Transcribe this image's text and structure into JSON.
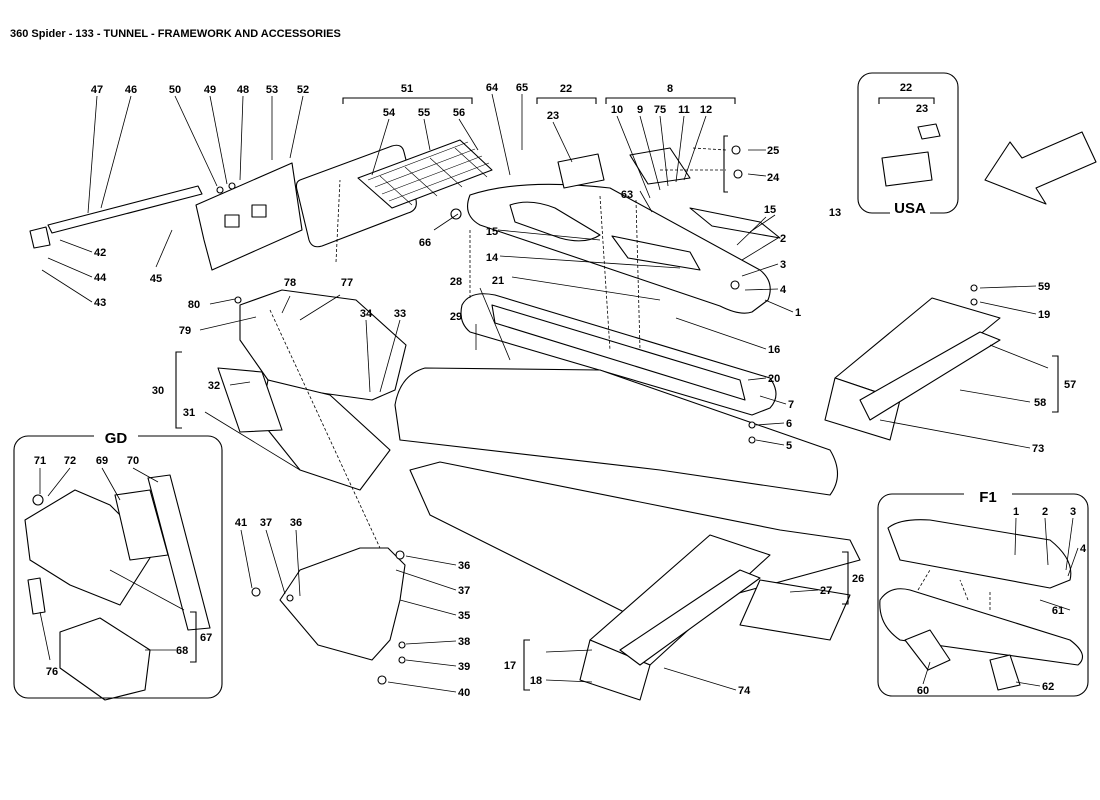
{
  "title": "360 Spider - 133 - TUNNEL - FRAMEWORK AND ACCESSORIES",
  "inset_labels": {
    "usa": "USA",
    "gd": "GD",
    "f1": "F1"
  },
  "callouts": [
    {
      "key": "c47",
      "text": "47"
    },
    {
      "key": "c46",
      "text": "46"
    },
    {
      "key": "c50",
      "text": "50"
    },
    {
      "key": "c49",
      "text": "49"
    },
    {
      "key": "c48",
      "text": "48"
    },
    {
      "key": "c53",
      "text": "53"
    },
    {
      "key": "c52",
      "text": "52"
    },
    {
      "key": "c51",
      "text": "51"
    },
    {
      "key": "c54",
      "text": "54"
    },
    {
      "key": "c55",
      "text": "55"
    },
    {
      "key": "c56",
      "text": "56"
    },
    {
      "key": "c64",
      "text": "64"
    },
    {
      "key": "c65",
      "text": "65"
    },
    {
      "key": "c22a",
      "text": "22"
    },
    {
      "key": "c23a",
      "text": "23"
    },
    {
      "key": "c8",
      "text": "8"
    },
    {
      "key": "c10",
      "text": "10"
    },
    {
      "key": "c9",
      "text": "9"
    },
    {
      "key": "c75",
      "text": "75"
    },
    {
      "key": "c11",
      "text": "11"
    },
    {
      "key": "c12",
      "text": "12"
    },
    {
      "key": "c25",
      "text": "25"
    },
    {
      "key": "c24",
      "text": "24"
    },
    {
      "key": "c22b",
      "text": "22"
    },
    {
      "key": "c23b",
      "text": "23"
    },
    {
      "key": "c42",
      "text": "42"
    },
    {
      "key": "c44",
      "text": "44"
    },
    {
      "key": "c43",
      "text": "43"
    },
    {
      "key": "c45",
      "text": "45"
    },
    {
      "key": "c80",
      "text": "80"
    },
    {
      "key": "c79",
      "text": "79"
    },
    {
      "key": "c78",
      "text": "78"
    },
    {
      "key": "c77",
      "text": "77"
    },
    {
      "key": "c34",
      "text": "34"
    },
    {
      "key": "c33",
      "text": "33"
    },
    {
      "key": "c30",
      "text": "30"
    },
    {
      "key": "c32",
      "text": "32"
    },
    {
      "key": "c31",
      "text": "31"
    },
    {
      "key": "c66",
      "text": "66"
    },
    {
      "key": "c63",
      "text": "63"
    },
    {
      "key": "c15a",
      "text": "15"
    },
    {
      "key": "c14",
      "text": "14"
    },
    {
      "key": "c28",
      "text": "28"
    },
    {
      "key": "c21",
      "text": "21"
    },
    {
      "key": "c29",
      "text": "29"
    },
    {
      "key": "c15b",
      "text": "15"
    },
    {
      "key": "c13",
      "text": "13"
    },
    {
      "key": "c2a",
      "text": "2"
    },
    {
      "key": "c3a",
      "text": "3"
    },
    {
      "key": "c4a",
      "text": "4"
    },
    {
      "key": "c1a",
      "text": "1"
    },
    {
      "key": "c16",
      "text": "16"
    },
    {
      "key": "c20",
      "text": "20"
    },
    {
      "key": "c7",
      "text": "7"
    },
    {
      "key": "c6",
      "text": "6"
    },
    {
      "key": "c5",
      "text": "5"
    },
    {
      "key": "c59",
      "text": "59"
    },
    {
      "key": "c19",
      "text": "19"
    },
    {
      "key": "c57",
      "text": "57"
    },
    {
      "key": "c58",
      "text": "58"
    },
    {
      "key": "c73",
      "text": "73"
    },
    {
      "key": "c71",
      "text": "71"
    },
    {
      "key": "c72",
      "text": "72"
    },
    {
      "key": "c69",
      "text": "69"
    },
    {
      "key": "c70",
      "text": "70"
    },
    {
      "key": "c67",
      "text": "67"
    },
    {
      "key": "c68",
      "text": "68"
    },
    {
      "key": "c76",
      "text": "76"
    },
    {
      "key": "c41",
      "text": "41"
    },
    {
      "key": "c37a",
      "text": "37"
    },
    {
      "key": "c36a",
      "text": "36"
    },
    {
      "key": "c36b",
      "text": "36"
    },
    {
      "key": "c37b",
      "text": "37"
    },
    {
      "key": "c35",
      "text": "35"
    },
    {
      "key": "c38",
      "text": "38"
    },
    {
      "key": "c39",
      "text": "39"
    },
    {
      "key": "c40",
      "text": "40"
    },
    {
      "key": "c26",
      "text": "26"
    },
    {
      "key": "c27",
      "text": "27"
    },
    {
      "key": "c17",
      "text": "17"
    },
    {
      "key": "c18",
      "text": "18"
    },
    {
      "key": "c74",
      "text": "74"
    },
    {
      "key": "c1b",
      "text": "1"
    },
    {
      "key": "c2b",
      "text": "2"
    },
    {
      "key": "c3b",
      "text": "3"
    },
    {
      "key": "c4b",
      "text": "4"
    },
    {
      "key": "c61",
      "text": "61"
    },
    {
      "key": "c60",
      "text": "60"
    },
    {
      "key": "c62",
      "text": "62"
    }
  ]
}
